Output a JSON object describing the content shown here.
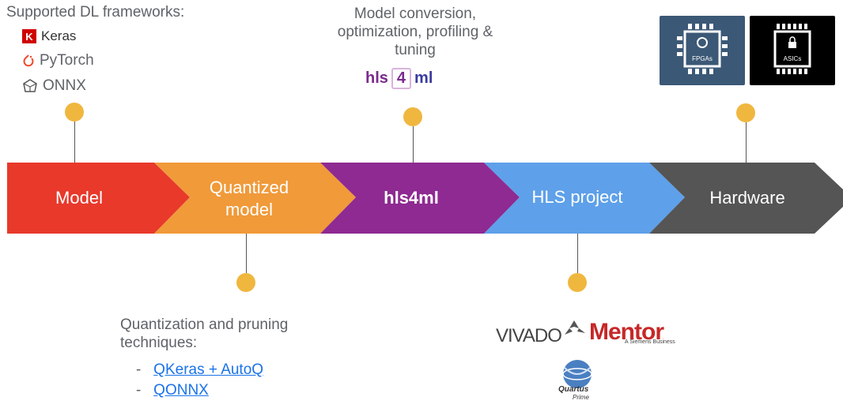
{
  "frameworks": {
    "title": "Supported DL frameworks:",
    "items": [
      {
        "label": "Keras",
        "icon": "keras-icon"
      },
      {
        "label": "PyTorch",
        "icon": "pytorch-icon"
      },
      {
        "label": "ONNX",
        "icon": "onnx-icon"
      }
    ],
    "keras_letter": "K"
  },
  "conversion": {
    "title_line1": "Model conversion,",
    "title_line2": "optimization, profiling &",
    "title_line3": "tuning",
    "logo": {
      "left": "hls",
      "middle": "4",
      "right": "ml"
    }
  },
  "hardware_cards": [
    {
      "label": "FPGAs",
      "bg": "#3b5876"
    },
    {
      "label": "ASICs",
      "bg": "#000000"
    }
  ],
  "pipeline": [
    {
      "label": "Model",
      "color": "#e8392b"
    },
    {
      "label_line1": "Quantized",
      "label_line2": "model",
      "color": "#f09a3a"
    },
    {
      "label": "hls4ml",
      "color": "#8e2a91"
    },
    {
      "label": "HLS project",
      "color": "#5ea0e9"
    },
    {
      "label": "Hardware",
      "color": "#555555"
    }
  ],
  "quantization": {
    "title_line1": "Quantization and pruning",
    "title_line2": "techniques:",
    "items": [
      {
        "bullet": "-",
        "label": "QKeras + AutoQ"
      },
      {
        "bullet": "-",
        "label": "QONNX"
      }
    ]
  },
  "hls_tools": {
    "vivado": "VIVADO",
    "mentor": "Mentor",
    "mentor_sub": "A Siemens Business",
    "quartus": "Quartus",
    "quartus_sub": "Prime"
  },
  "colors": {
    "dot": "#f0b73f",
    "link": "#1a73e8"
  }
}
